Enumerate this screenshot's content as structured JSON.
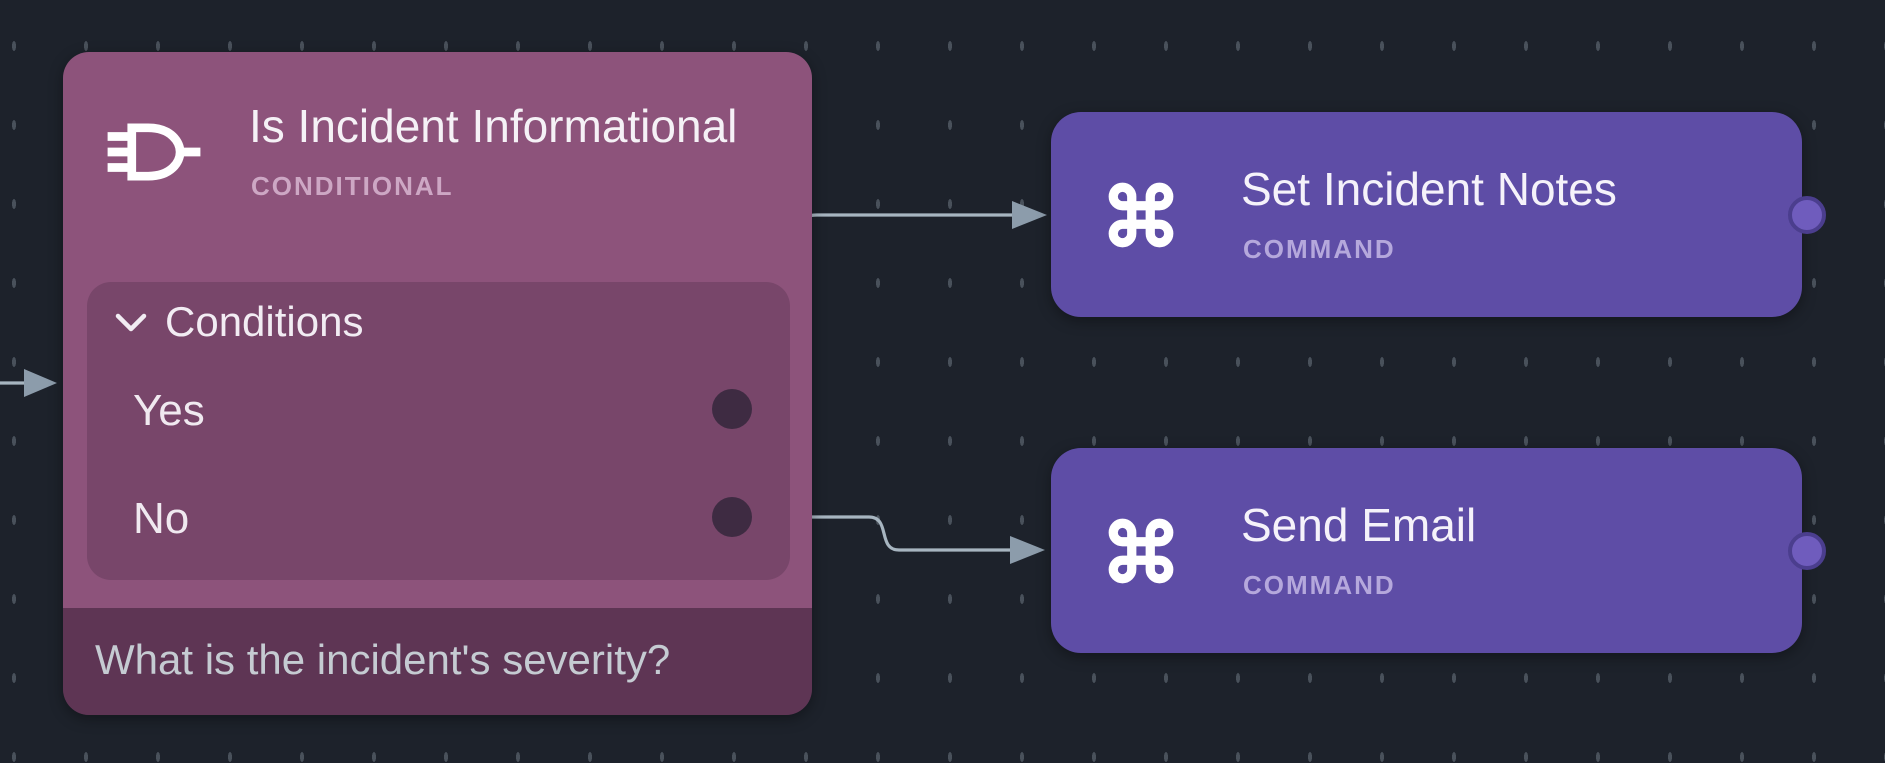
{
  "canvas": {
    "bg_color": "#1d222b",
    "grid_dot_color": "#49515b"
  },
  "edges": {
    "color": "#a7b5c0",
    "arrowhead_color": "#8c9cab",
    "list": [
      {
        "name": "input-to-conditional"
      },
      {
        "name": "yes-to-set-incident-notes"
      },
      {
        "name": "no-to-send-email"
      }
    ]
  },
  "nodes": {
    "conditional": {
      "title": "Is Incident Informational",
      "type_label": "CONDITIONAL",
      "accent_color": "#8d537b",
      "icon": "logic-gate-icon",
      "conditions": {
        "section_label": "Conditions",
        "collapse_icon": "chevron-down-icon",
        "branches": [
          {
            "label": "Yes"
          },
          {
            "label": "No"
          }
        ]
      },
      "question": "What is the incident's severity?"
    },
    "commands": [
      {
        "title": "Set Incident Notes",
        "type_label": "COMMAND",
        "accent_color": "#5e4da6",
        "icon": "command-icon"
      },
      {
        "title": "Send Email",
        "type_label": "COMMAND",
        "accent_color": "#5e4da6",
        "icon": "command-icon"
      }
    ]
  }
}
